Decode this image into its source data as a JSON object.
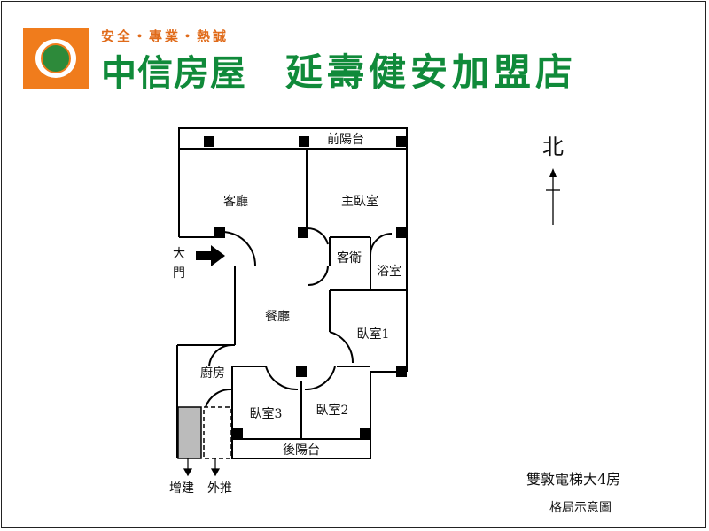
{
  "header": {
    "slogan": "安全・專業・熱誠",
    "brand": "中信房屋",
    "store": "延壽健安加盟店"
  },
  "compass": {
    "north": "北"
  },
  "rooms": {
    "front_balcony": "前陽台",
    "living": "客廳",
    "master_bedroom": "主臥室",
    "guest_bath": "客衛",
    "bath": "浴室",
    "dining": "餐廳",
    "bedroom1": "臥室1",
    "kitchen": "廚房",
    "bedroom3": "臥室3",
    "bedroom2": "臥室2",
    "rear_balcony": "後陽台",
    "main_door_1": "大",
    "main_door_2": "門",
    "addition": "增建",
    "push_out": "外推"
  },
  "notes": {
    "type": "雙敦電梯大4房",
    "caption": "格局示意圖"
  },
  "colors": {
    "brand_orange": "#f07c1c",
    "brand_green": "#108a3a",
    "addition_fill": "#bbbbbb"
  }
}
